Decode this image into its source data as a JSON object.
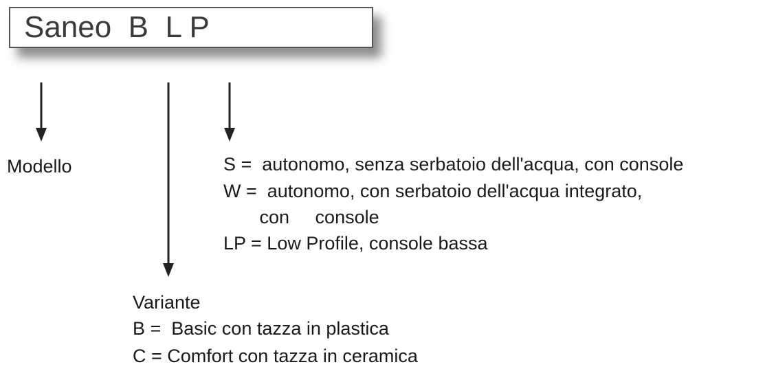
{
  "title": {
    "text": "Saneo  B  L P"
  },
  "model": {
    "label": "Modello"
  },
  "type_options": [
    "S =  autonomo, senza serbatoio dell'acqua, con console",
    "W =  autonomo, con serbatoio dell'acqua integrato,",
    "       con     console",
    "LP = Low Profile, console bassa"
  ],
  "variant": {
    "heading": "Variante",
    "options": [
      "B =  Basic con tazza in plastica",
      "C = Comfort con tazza in ceramica"
    ]
  }
}
